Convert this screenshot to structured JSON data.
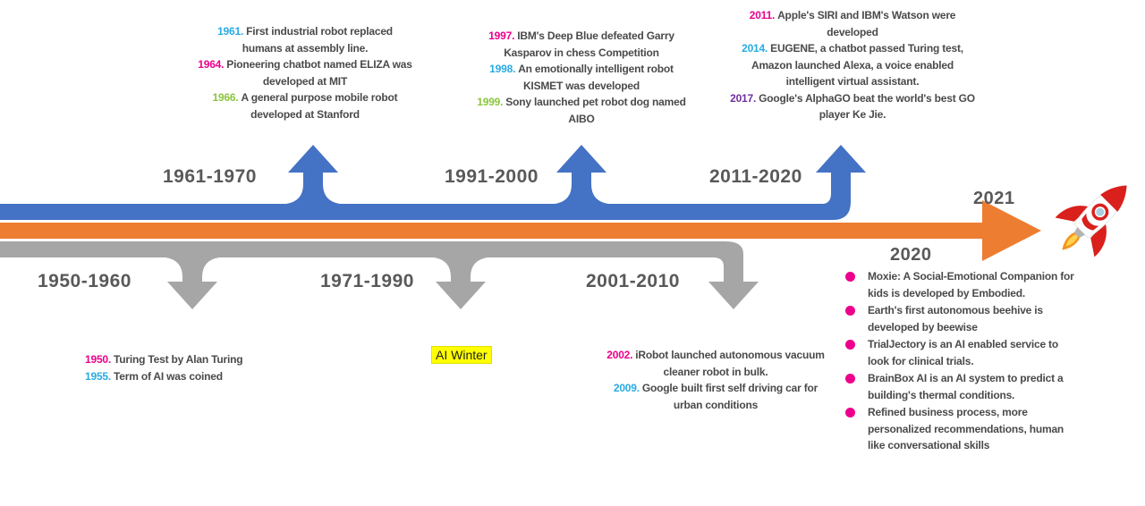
{
  "title": "AI and robotics history timeline",
  "colors": {
    "band_blue": "#4472C4",
    "band_orange": "#ED7D31",
    "band_gray": "#A6A6A6",
    "label_gray": "#595959",
    "body_text": "#4A4A4A",
    "year_pink": "#EC008C",
    "year_blue": "#29ABE2",
    "year_green": "#8CC63E",
    "year_purple": "#7030A0",
    "highlight_yellow": "#FFFF00"
  },
  "range_labels": {
    "top": [
      "1961-1970",
      "1991-2000",
      "2011-2020"
    ],
    "bottom": [
      "1950-1960",
      "1971-1990",
      "2001-2010"
    ],
    "end_top": "2021",
    "end_bottom": "2020"
  },
  "event_blocks": {
    "top_left": {
      "events": [
        {
          "year": "1961.",
          "color": "#29ABE2",
          "text": "First industrial robot replaced humans at assembly line."
        },
        {
          "year": "1964.",
          "color": "#EC008C",
          "text": "Pioneering chatbot named ELIZA was developed at MIT"
        },
        {
          "year": "1966.",
          "color": "#8CC63E",
          "text": "A general purpose mobile robot developed at Stanford"
        }
      ]
    },
    "top_middle": {
      "events": [
        {
          "year": "1997.",
          "color": "#EC008C",
          "text": "IBM's Deep Blue defeated Garry Kasparov in chess Competition"
        },
        {
          "year": "1998.",
          "color": "#29ABE2",
          "text": "An emotionally intelligent robot KISMET was developed"
        },
        {
          "year": "1999.",
          "color": "#8CC63E",
          "text": "Sony launched pet robot dog named AIBO"
        }
      ]
    },
    "top_right": {
      "events": [
        {
          "year": "2011.",
          "color": "#EC008C",
          "text": "Apple's SIRI and IBM's Watson were developed"
        },
        {
          "year": "2014.",
          "color": "#29ABE2",
          "text": "EUGENE, a chatbot passed Turing test, Amazon launched Alexa, a voice enabled intelligent virtual assistant."
        },
        {
          "year": "2017.",
          "color": "#7030A0",
          "text": "Google's AlphaGO beat the world's best GO player Ke Jie."
        }
      ]
    },
    "bottom_left": {
      "events": [
        {
          "year": "1950.",
          "color": "#EC008C",
          "text": "Turing Test by Alan Turing"
        },
        {
          "year": "1955.",
          "color": "#29ABE2",
          "text": "Term of AI was coined"
        }
      ]
    },
    "bottom_middle": {
      "events": [
        {
          "year": "2002.",
          "color": "#EC008C",
          "text": "iRobot launched autonomous vacuum cleaner robot in bulk."
        },
        {
          "year": "2009.",
          "color": "#29ABE2",
          "text": "Google built first self driving car for urban conditions"
        }
      ]
    }
  },
  "ai_winter_label": "AI Winter",
  "bullets_2020": [
    "Moxie: A Social-Emotional Companion for kids is developed by Embodied.",
    "Earth's first autonomous beehive is developed by beewise",
    "TrialJectory is an AI enabled service to look for clinical trials.",
    "BrainBox AI is an AI system to predict a building's thermal conditions.",
    "Refined business process, more personalized recommendations, human like conversational skills"
  ],
  "icons": {
    "rocket": "rocket-icon"
  }
}
